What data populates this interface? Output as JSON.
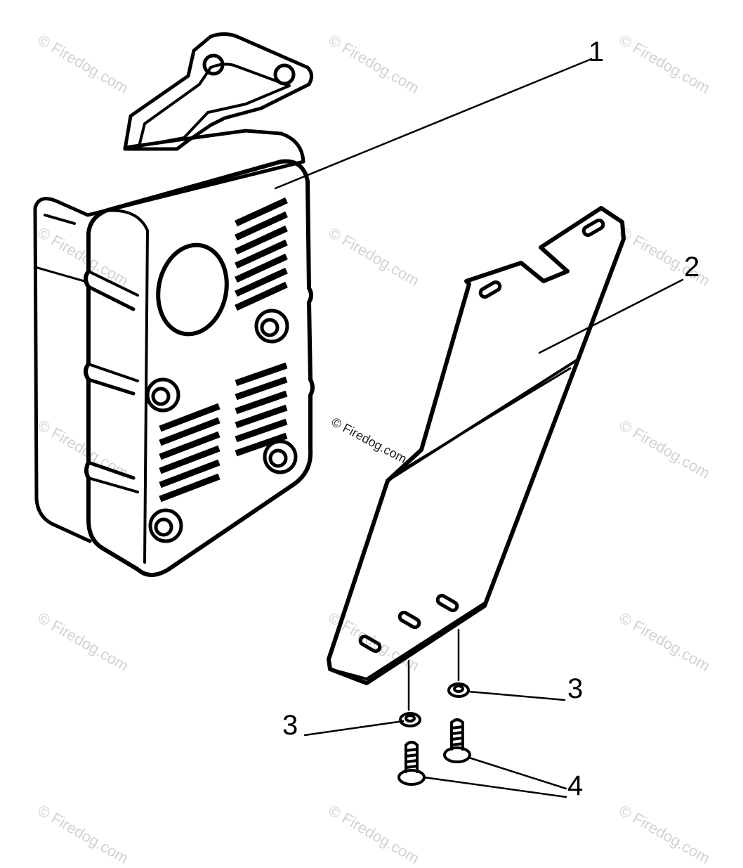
{
  "watermark": {
    "text": "© Firedog.com"
  },
  "center_watermark": {
    "text": "© Firedog.com"
  },
  "callouts": {
    "muffler": "1",
    "bracket": "2",
    "washer_right": "3",
    "washer_left": "3",
    "screws": "4"
  },
  "colors": {
    "line": "#000000",
    "background": "#ffffff",
    "watermark": "#d2d2d2"
  }
}
